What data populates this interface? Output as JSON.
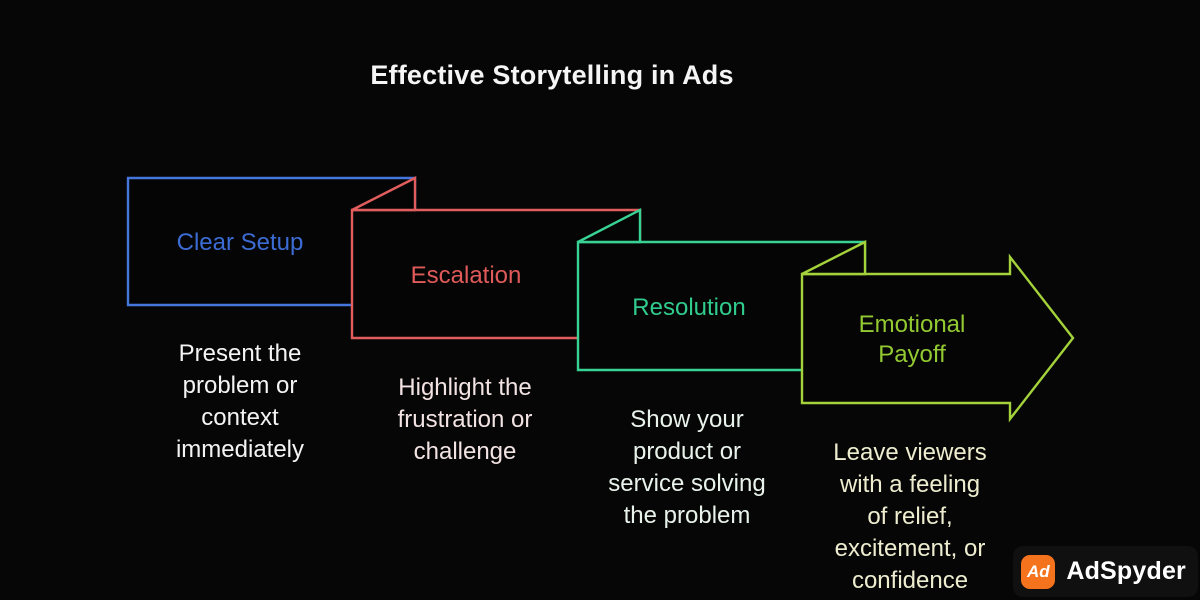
{
  "title": "Effective Storytelling in Ads",
  "stages": [
    {
      "label": "Clear Setup",
      "description": [
        "Present the",
        "problem or",
        "context",
        "immediately"
      ],
      "border_color": "#4576db",
      "label_color": "#3c6cd3",
      "description_color": "#f4f4f4"
    },
    {
      "label": "Escalation",
      "description": [
        "Highlight the",
        "frustration or",
        "challenge"
      ],
      "border_color": "#e25e5e",
      "label_color": "#e05a5a",
      "description_color": "#f3e3e3"
    },
    {
      "label": "Resolution",
      "description": [
        "Show your",
        "product or",
        "service solving",
        "the problem"
      ],
      "border_color": "#38d394",
      "label_color": "#31cb8d",
      "description_color": "#e9f3ec"
    },
    {
      "label": [
        "Emotional",
        "Payoff"
      ],
      "description": [
        "Leave viewers",
        "with a feeling",
        "of relief,",
        "excitement, or",
        "confidence"
      ],
      "border_color": "#a4d23a",
      "label_color": "#93c931",
      "description_color": "#eeedcf"
    }
  ],
  "logo": {
    "badge": "Ad",
    "brand": "AdSpyder",
    "badge_color": "#f4731c"
  },
  "colors": {
    "background": "#060606",
    "title": "#f5f5f5",
    "shape_fill": "#050505"
  }
}
